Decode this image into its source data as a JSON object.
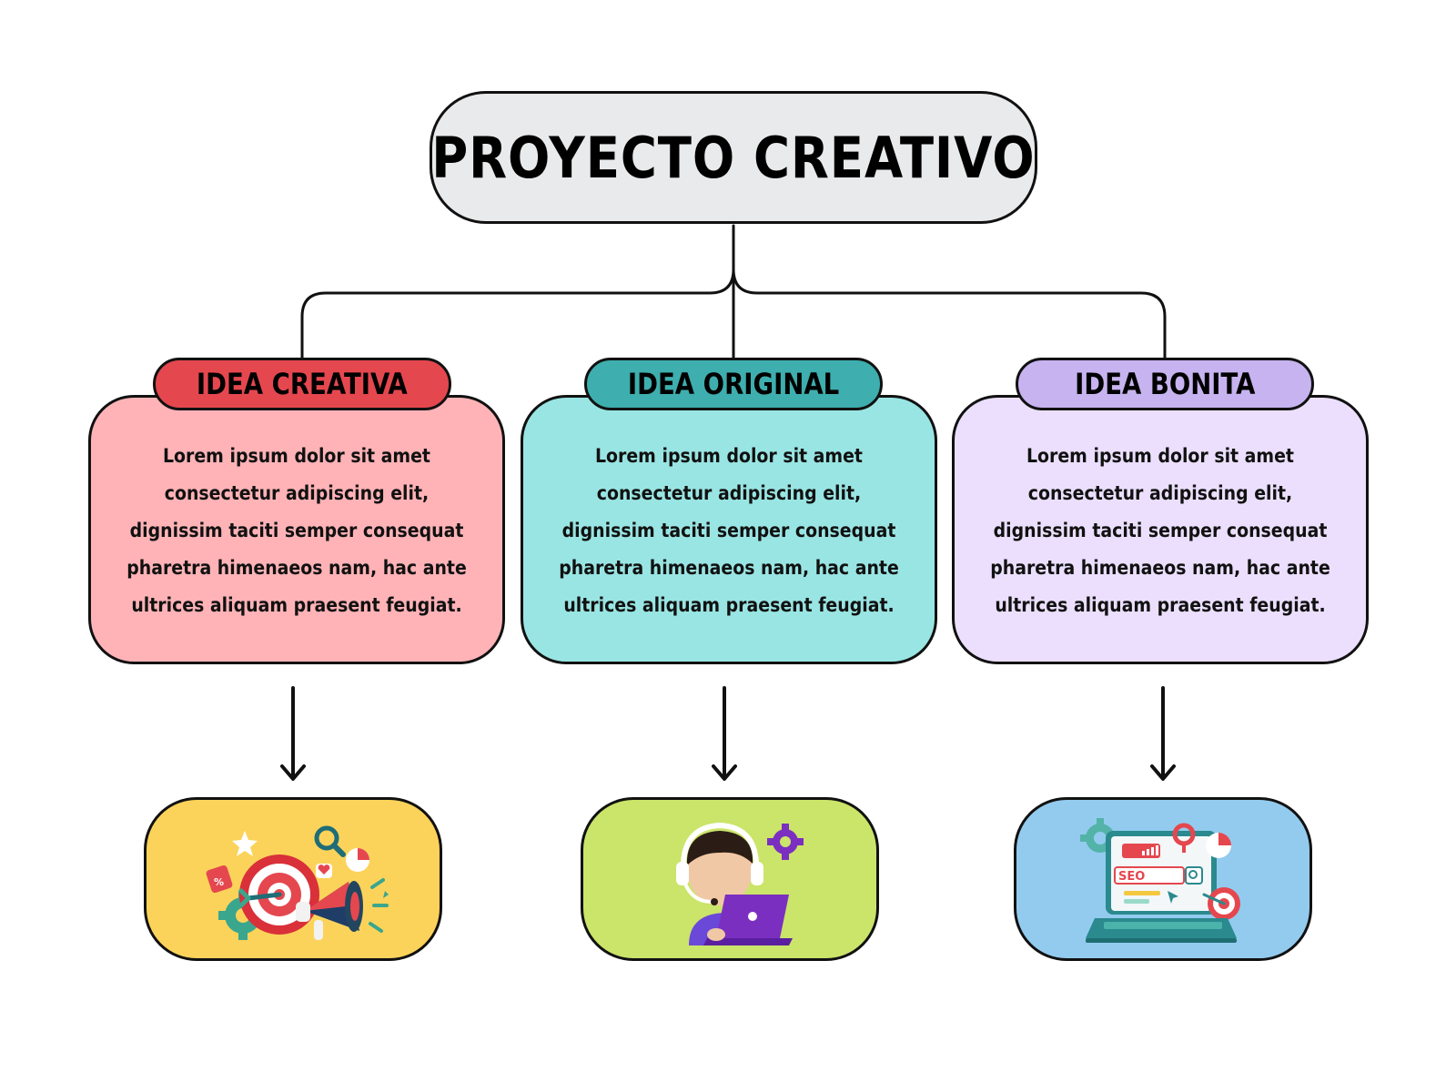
{
  "title": "PROYECTO CREATIVO",
  "colors": {
    "title_bg": "#e9eaeb",
    "card1_header": "#e5474f",
    "card1_body": "#ffb3b7",
    "card2_header": "#3eaeae",
    "card2_body": "#99e5e3",
    "card3_header": "#c6b3ef",
    "card3_body": "#ebdffd",
    "icon1_bg": "#fcd35a",
    "icon2_bg": "#cbe46a",
    "icon3_bg": "#93cbef"
  },
  "cards": [
    {
      "label": "IDEA CREATIVA",
      "body": "Lorem ipsum dolor sit amet consectetur adipiscing elit, dignissim taciti semper consequat pharetra himenaeos nam, hac ante ultrices aliquam praesent feugiat.",
      "icon": "marketing-target-megaphone-icon"
    },
    {
      "label": "IDEA ORIGINAL",
      "body": "Lorem ipsum dolor sit amet consectetur adipiscing elit, dignissim taciti semper consequat pharetra himenaeos nam, hac ante ultrices aliquam praesent feugiat.",
      "icon": "support-agent-laptop-icon"
    },
    {
      "label": "IDEA BONITA",
      "body": "Lorem ipsum dolor sit amet consectetur adipiscing elit, dignissim taciti semper consequat pharetra himenaeos nam, hac ante ultrices aliquam praesent feugiat.",
      "icon": "seo-laptop-icon"
    }
  ],
  "icons": {
    "seo_label": "SEO",
    "percent_label": "%"
  }
}
